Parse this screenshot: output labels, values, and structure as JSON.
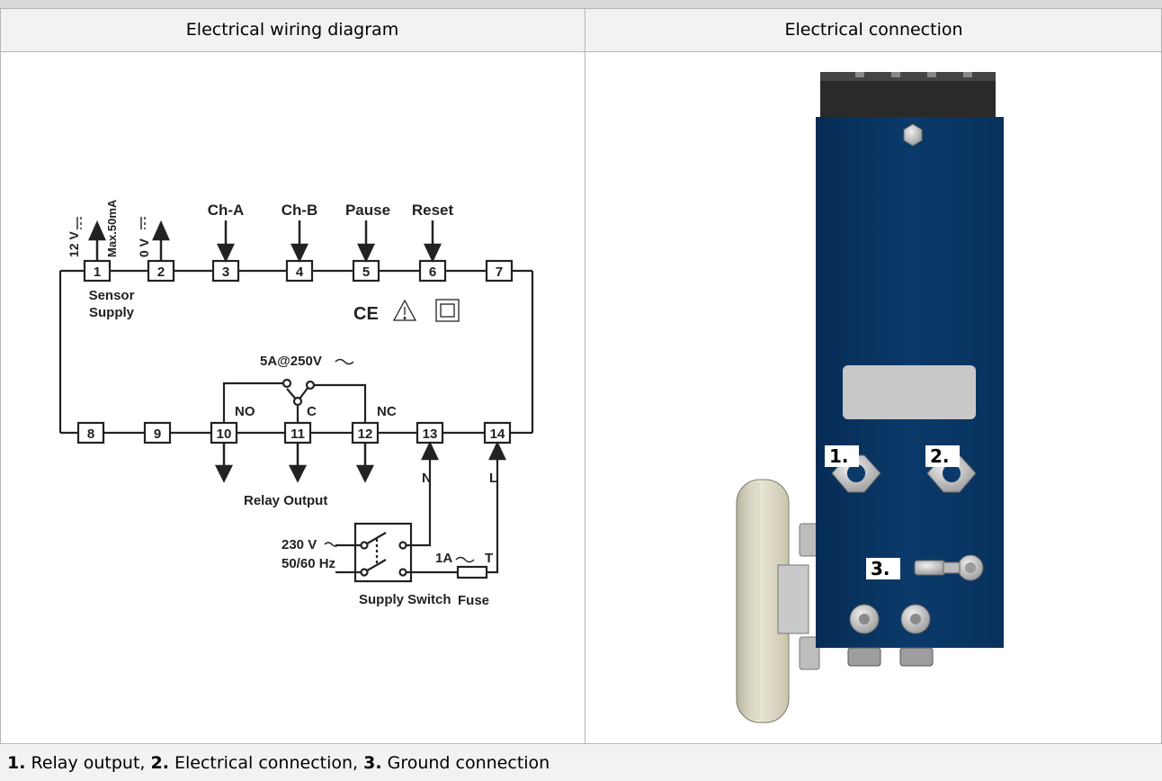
{
  "table": {
    "header_left": "Electrical wiring diagram",
    "header_right": "Electrical connection"
  },
  "wiring": {
    "terminals": [
      "1",
      "2",
      "3",
      "4",
      "5",
      "6",
      "7",
      "8",
      "9",
      "10",
      "11",
      "12",
      "13",
      "14"
    ],
    "labels": {
      "supply_12v": "12 V",
      "max_current": "Max.50mA",
      "supply_0v": "0 V",
      "ch_a": "Ch-A",
      "ch_b": "Ch-B",
      "pause": "Pause",
      "reset": "Reset",
      "sensor": "Sensor",
      "supply": "Supply",
      "relay_rating": "5A@250V",
      "no": "NO",
      "c": "C",
      "nc": "NC",
      "n": "N",
      "l": "L",
      "relay_output": "Relay Output",
      "mains_voltage": "230 V",
      "mains_freq": "50/60 Hz",
      "fuse_rating": "1A",
      "fuse_type": "T",
      "supply_switch": "Supply Switch",
      "fuse": "Fuse",
      "ce": "CE"
    }
  },
  "photo": {
    "markers": [
      "1.",
      "2.",
      "3."
    ],
    "colors": {
      "housing": "#0b3a6a",
      "connector": "#2a2a2a",
      "gland": "#c8c8c8",
      "wheel": "#e4e1d0"
    }
  },
  "legend": {
    "n1": "1.",
    "t1": " Relay output, ",
    "n2": "2.",
    "t2": " Electrical connection, ",
    "n3": "3.",
    "t3": " Ground connection"
  }
}
